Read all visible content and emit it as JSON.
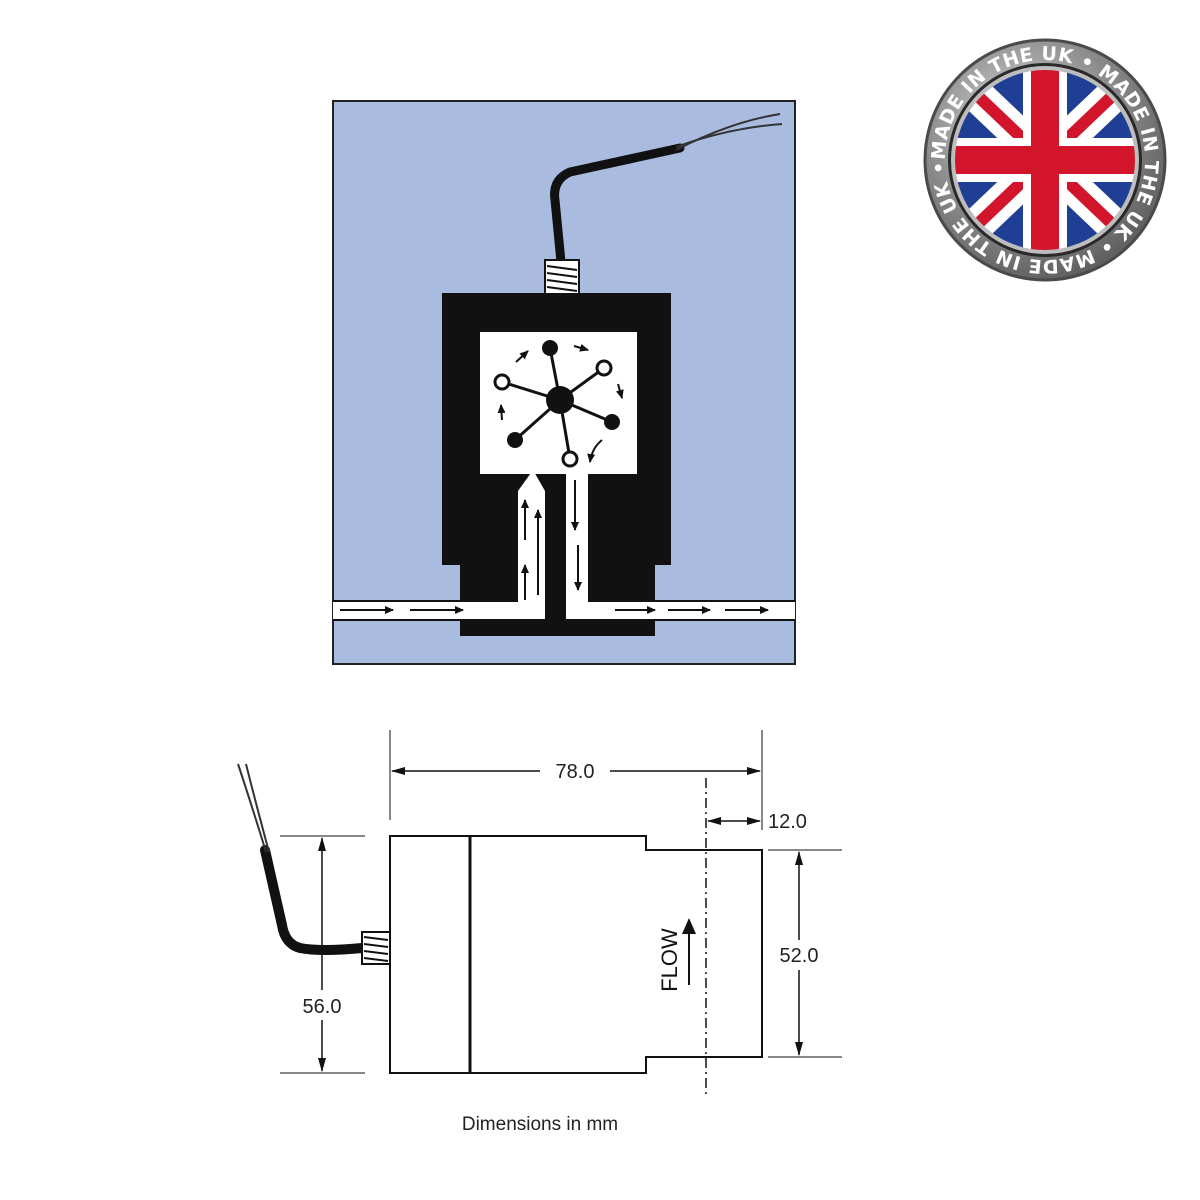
{
  "badge": {
    "text": "MADE IN THE UK",
    "ring_text": "MADE IN THE UK • MADE IN THE UK • MADE IN THE UK •",
    "flag_blue": "#1f3f95",
    "flag_red": "#d2152b"
  },
  "schematic": {
    "background_color": "#a9bbdf",
    "body_color": "#111111"
  },
  "drawing": {
    "dim_length": "78.0",
    "dim_offset": "12.0",
    "dim_height_left": "56.0",
    "dim_height_right": "52.0",
    "flow_label": "FLOW",
    "caption": "Dimensions in mm"
  }
}
